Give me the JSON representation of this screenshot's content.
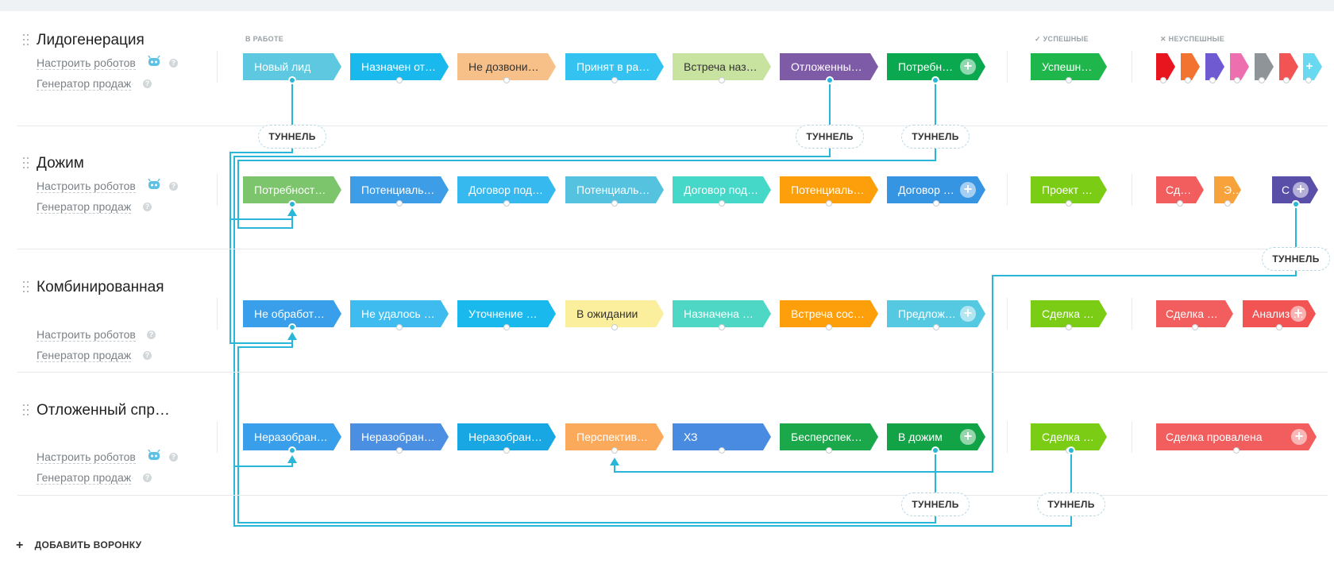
{
  "columns": {
    "in_progress": "В РАБОТЕ",
    "success": "УСПЕШНЫЕ",
    "fail": "НЕУСПЕШНЫЕ"
  },
  "tunnel_label": "ТУННЕЛЬ",
  "add_funnel_label": "ДОБАВИТЬ ВОРОНКУ",
  "funnels": [
    {
      "title": "Лидогенерация",
      "robots_label": "Настроить роботов",
      "generator_label": "Генератор продаж",
      "stages": [
        {
          "label": "Новый лид",
          "color": "#5ec8e0"
        },
        {
          "label": "Назначен ответственный",
          "color": "#19b9ee"
        },
        {
          "label": "Не дозвонились",
          "color": "#f7c089"
        },
        {
          "label": "Принят в работу",
          "color": "#34c3f0"
        },
        {
          "label": "Встреча назначена",
          "color": "#c8e29f"
        },
        {
          "label": "Отложенный спрос",
          "color": "#7e5ba6"
        },
        {
          "label": "Потребность",
          "color": "#0aa84f"
        }
      ],
      "success": [
        {
          "label": "Успешный лид",
          "color": "#1fb64c"
        }
      ],
      "fail": [
        {
          "label": "",
          "color": "#e8141e"
        },
        {
          "label": "",
          "color": "#f2732f"
        },
        {
          "label": "",
          "color": "#6f5ad1"
        },
        {
          "label": "",
          "color": "#ee6fb0"
        },
        {
          "label": "",
          "color": "#8e9498"
        },
        {
          "label": "",
          "color": "#f25353"
        },
        {
          "label": "",
          "color": "#69d8f1"
        }
      ]
    },
    {
      "title": "Дожим",
      "robots_label": "Настроить роботов",
      "generator_label": "Генератор продаж",
      "stages": [
        {
          "label": "Потребность выявлена",
          "color": "#7cc56c"
        },
        {
          "label": "Потенциальный клиент",
          "color": "#3d9de6"
        },
        {
          "label": "Договор подписан",
          "color": "#35b9ee"
        },
        {
          "label": "Потенциальный интерес",
          "color": "#55c3e0"
        },
        {
          "label": "Договор подготовлен",
          "color": "#45d8c8"
        },
        {
          "label": "Потенциальная сделка",
          "color": "#fd9f0a"
        },
        {
          "label": "Договор отправлен",
          "color": "#3595e3"
        }
      ],
      "success": [
        {
          "label": "Проект завершен",
          "color": "#7bcc14"
        }
      ],
      "fail": [
        {
          "label": "Сделка провалена",
          "color": "#f25e5e"
        },
        {
          "label": "Это не наш клиент",
          "color": "#f7a23b"
        },
        {
          "label": "С",
          "color": "#5a4fa8"
        }
      ]
    },
    {
      "title": "Комбинированная",
      "robots_label": "Настроить роботов",
      "generator_label": "Генератор продаж",
      "stages": [
        {
          "label": "Не обработано",
          "color": "#3a9fea"
        },
        {
          "label": "Не удалось связаться",
          "color": "#3ebcf0"
        },
        {
          "label": "Уточнение деталей",
          "color": "#19b9ee"
        },
        {
          "label": "В ожидании",
          "color": "#fbee9d"
        },
        {
          "label": "Назначена встреча",
          "color": "#4dd7c4"
        },
        {
          "label": "Встреча состоялась",
          "color": "#fd9f0a"
        },
        {
          "label": "Предложение отправлено",
          "color": "#55c9e2"
        }
      ],
      "success": [
        {
          "label": "Сделка успешна",
          "color": "#7bcc14"
        }
      ],
      "fail": [
        {
          "label": "Сделка провалена",
          "color": "#f25e5e"
        },
        {
          "label": "Анализ причины",
          "color": "#f25353"
        }
      ]
    },
    {
      "title": "Отложенный спрос",
      "robots_label": "Настроить роботов",
      "generator_label": "Генератор продаж",
      "stages": [
        {
          "label": "Неразобранное",
          "color": "#3a9fea"
        },
        {
          "label": "Неразобранные заявки",
          "color": "#4a8fe2"
        },
        {
          "label": "Неразобранные звонки",
          "color": "#19a7e4"
        },
        {
          "label": "Перспективные",
          "color": "#fba95a"
        },
        {
          "label": "ХЗ",
          "color": "#4a8be2"
        },
        {
          "label": "Бесперспективные",
          "color": "#1aa84b"
        },
        {
          "label": "В дожим",
          "color": "#13a347"
        }
      ],
      "success": [
        {
          "label": "Сделка успешна",
          "color": "#7bcc14"
        }
      ],
      "fail": [
        {
          "label": "Сделка провалена",
          "color": "#f25e5e"
        }
      ]
    }
  ]
}
